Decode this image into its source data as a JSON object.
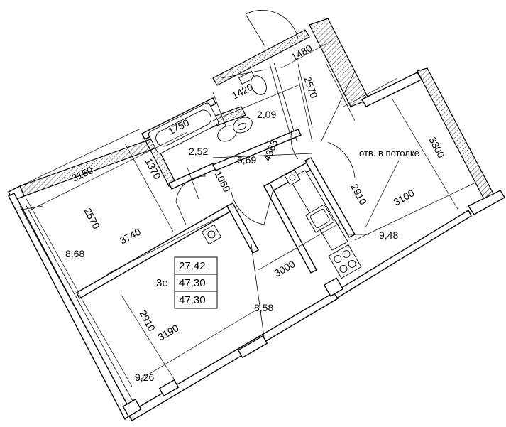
{
  "note": "отв. в потолке",
  "dimensions": [
    "1480",
    "1420",
    "2570",
    "1750",
    "2,09",
    "4365",
    "3300",
    "3150",
    "1370",
    "1060",
    "2570",
    "3740",
    "2910",
    "3100",
    "3000",
    "2910",
    "3190"
  ],
  "areas": [
    "2,09",
    "2,52",
    "6,69",
    "9,48",
    "8,68",
    "8,58",
    "9,26"
  ],
  "summary": {
    "living_area": "27,42",
    "type": "3е",
    "total_area": "47,30",
    "total_area_2": "47,30"
  }
}
